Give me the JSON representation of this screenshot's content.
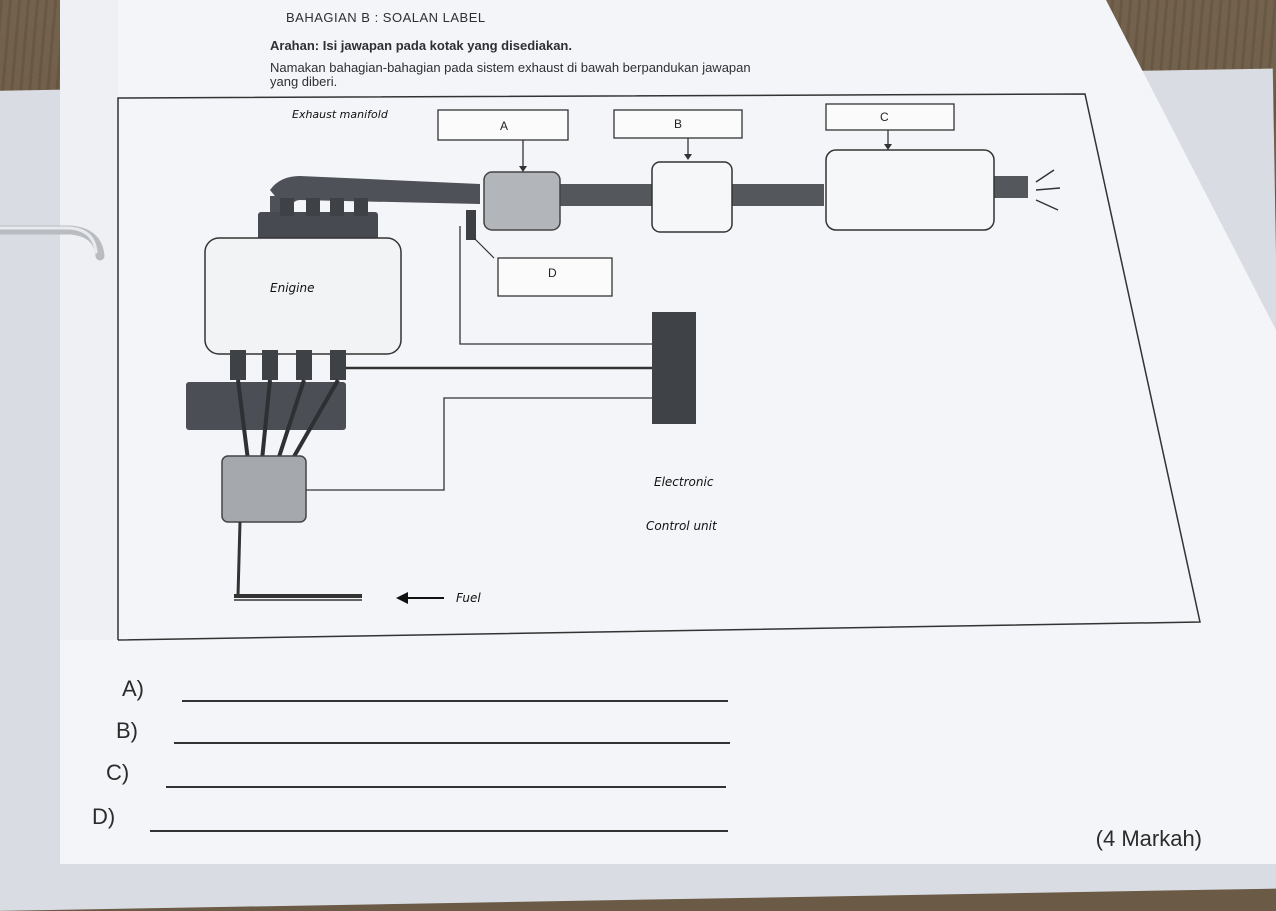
{
  "header": {
    "section_title": "BAHAGIAN  B : SOALAN LABEL",
    "instruction": "Arahan: Isi jawapan pada kotak yang disediakan.",
    "question_line1": "Namakan bahagian-bahagian pada sistem exhaust di bawah berpandukan jawapan",
    "question_line2": "yang diberi."
  },
  "diagram": {
    "exhaust_manifold": "Exhaust manifold",
    "engine": "Enigine",
    "box_a": "A",
    "box_b": "B",
    "box_c": "C",
    "box_d": "D",
    "ecu_line1": "Electronic",
    "ecu_line2": "Control unit",
    "fuel": "Fuel"
  },
  "answers": [
    {
      "label": "A)"
    },
    {
      "label": "B)"
    },
    {
      "label": "C)"
    },
    {
      "label": "D)"
    }
  ],
  "marks": "(4 Markah)",
  "colors": {
    "paper": "#f4f5f8",
    "ink": "#2b2b2b",
    "wood": "#6b5a45"
  }
}
